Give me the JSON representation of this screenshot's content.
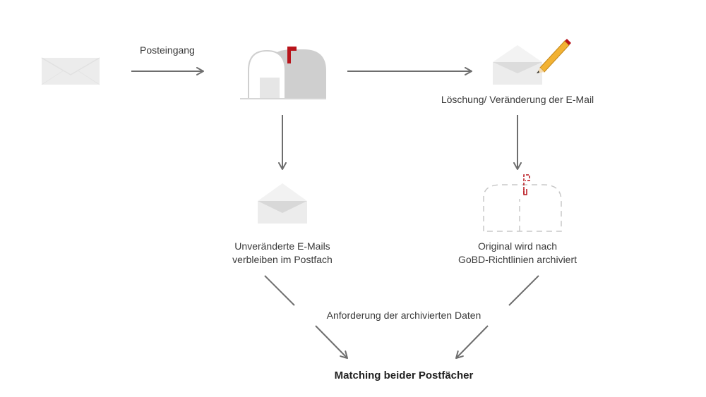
{
  "diagram": {
    "labels": {
      "incoming": "Posteingang",
      "modification": "Löschung/ Veränderung der E-Mail",
      "unchanged_line1": "Unveränderte E-Mails",
      "unchanged_line2": "verbleiben im Postfach",
      "archived_line1": "Original wird nach",
      "archived_line2": "GoBD-Richtlinien archiviert",
      "request": "Anforderung der archivierten Daten",
      "matching": "Matching beider Postfächer"
    },
    "colors": {
      "arrow": "#6e6e6e",
      "envelope_light": "#ececec",
      "mailbox_body": "#cfcfcf",
      "flag_red": "#b8141b",
      "pencil_yellow": "#f2b233",
      "dashed_outline": "#c8c8c8"
    },
    "icons": [
      "closed-envelope-icon",
      "mailbox-icon",
      "open-envelope-pencil-icon",
      "open-envelope-icon",
      "archived-mailbox-outline-icon"
    ]
  }
}
